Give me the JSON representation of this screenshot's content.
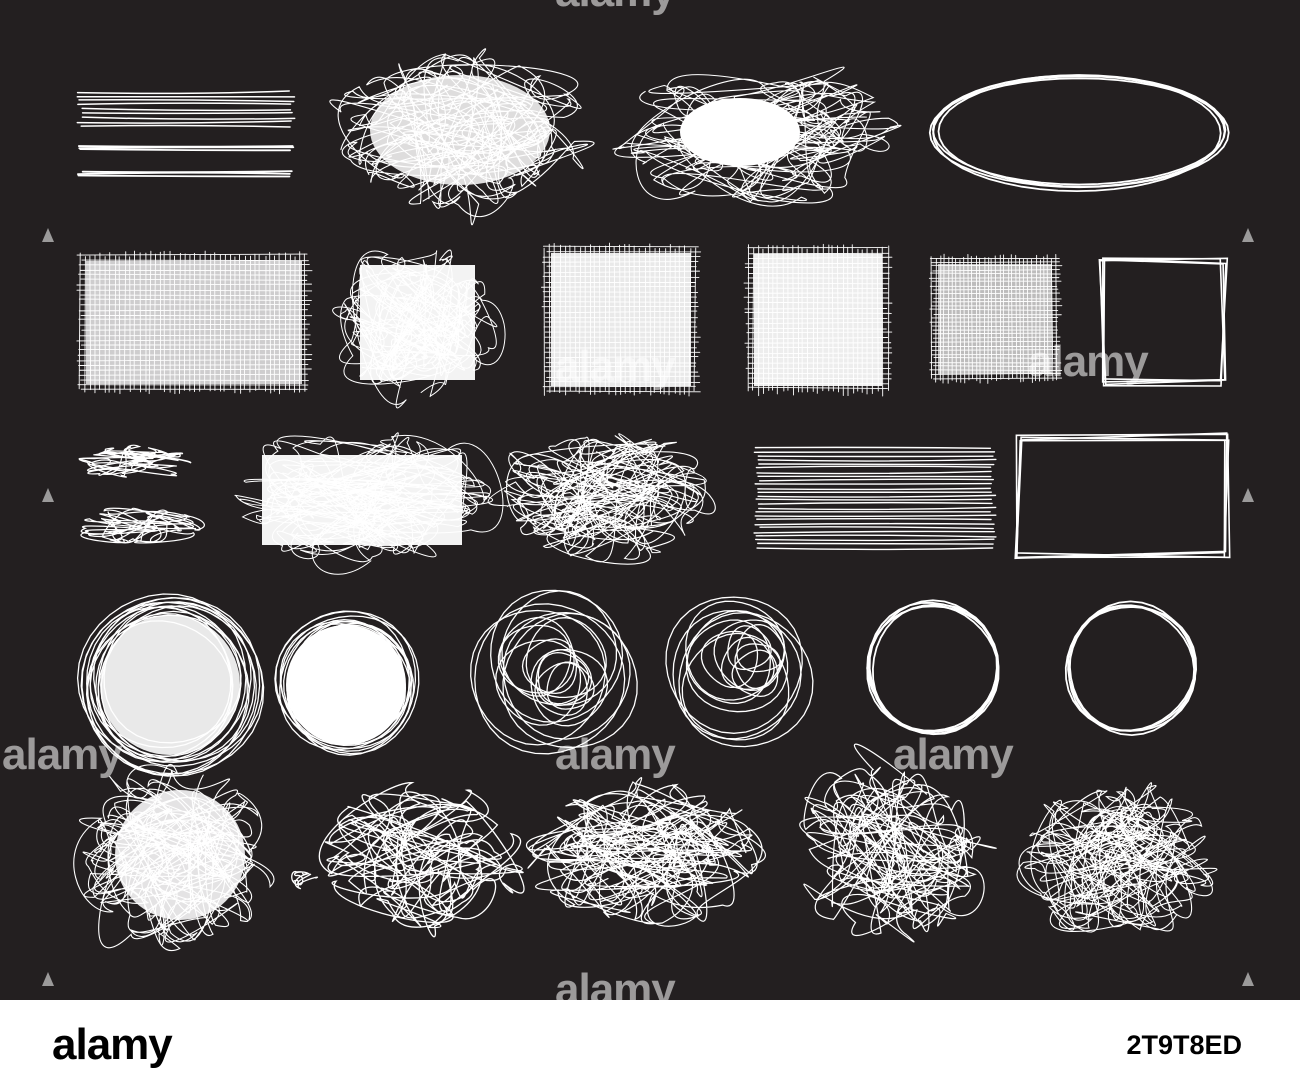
{
  "colors": {
    "background": "#231f20",
    "stroke": "#ffffff",
    "footer_background": "#ffffff",
    "footer_text": "#000000"
  },
  "watermark": {
    "text": "alamy"
  },
  "footer": {
    "logo_text": "alamy",
    "image_id": "2T9T8ED"
  }
}
